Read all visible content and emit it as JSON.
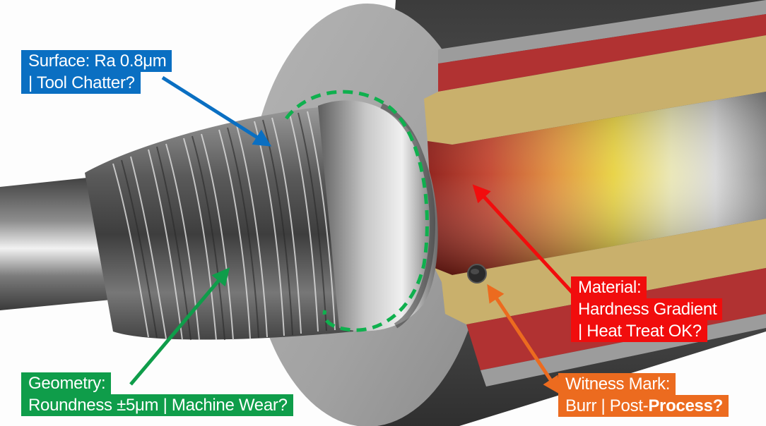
{
  "title": "Machined shaft cutaway inspection diagram",
  "colors": {
    "surface": "#0a6fc2",
    "geometry": "#0f9d4a",
    "material": "#f10d0d",
    "witness": "#ec6b1f",
    "core_layer_red": "#b13232",
    "core_layer_tan": "#c9b06c",
    "steel": "#9a9a9a"
  },
  "callouts": {
    "surface": {
      "line1": "Surface: Ra 0.8μm",
      "line2": "| Tool Chatter?",
      "target": "threaded section"
    },
    "geometry": {
      "line1": "Geometry:",
      "line2": "Roundness ±5μm | Machine Wear?",
      "target": "thread profile / shoulder ring"
    },
    "material": {
      "line1": "Material:",
      "line2": "Hardness Gradient",
      "line3": "| Heat Treat OK?",
      "target": "bore with heat gradient"
    },
    "witness": {
      "line1": "Witness Mark:",
      "line2_prefix": "Burr | Post-",
      "line2_bold": "Process?",
      "target": "small hole in tan layer"
    }
  },
  "diagram_elements": [
    "shaft-body",
    "threaded-section",
    "shoulder-collar",
    "flange-disk",
    "cutaway-housing",
    "red-layer",
    "tan-layer",
    "heat-gradient-bore",
    "witness-hole",
    "roundness-dashed-circle"
  ]
}
